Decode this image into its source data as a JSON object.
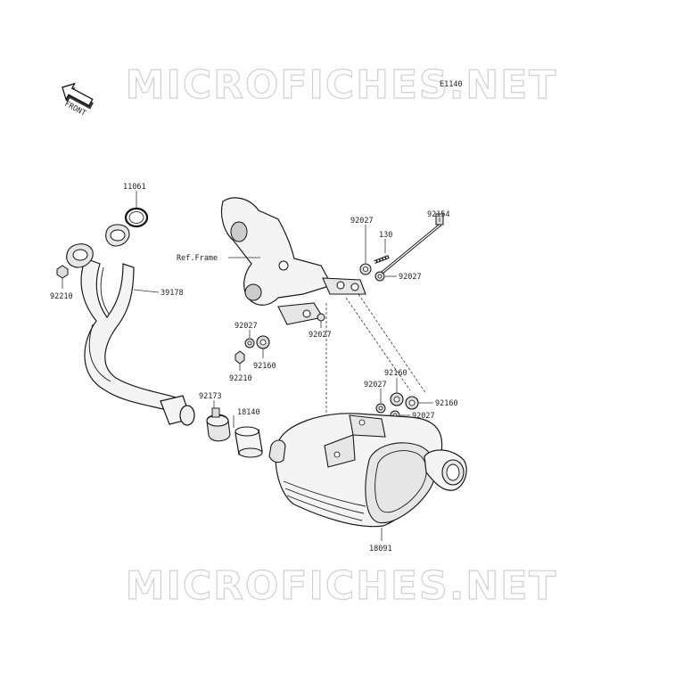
{
  "watermark": {
    "top": "MICROFICHES.NET",
    "bottom": "MICROFICHES.NET"
  },
  "diagram_code": "E1140",
  "front_marker": "FRONT",
  "ref_frame": "Ref.Frame",
  "callouts": {
    "c11061": "11061",
    "c92210_left": "92210",
    "c39178": "39178",
    "c92154": "92154",
    "c130": "130",
    "c92027_top": "92027",
    "c92027_topright": "92027",
    "c92027_midleft": "92027",
    "c92027_mid": "92027",
    "c92160_left": "92160",
    "c92210_mid": "92210",
    "c92173": "92173",
    "c18140": "18140",
    "c92160_right_upper": "92160",
    "c92027_right_mid": "92027",
    "c92160_right": "92160",
    "c92027_right_low": "92027",
    "c18091": "18091"
  }
}
